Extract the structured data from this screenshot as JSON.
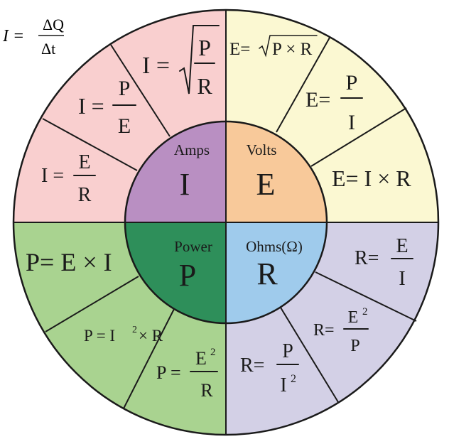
{
  "corner_formula": {
    "lhs": "I =",
    "num": "ΔQ",
    "den": "Δt"
  },
  "colors": {
    "amps_outer": "#f9cfcf",
    "volts_outer": "#fbf8d2",
    "power_outer": "#a9d390",
    "ohms_outer": "#d3d0e6",
    "amps_inner": "#b98fc2",
    "volts_inner": "#f8c99a",
    "power_inner": "#2e8f5a",
    "ohms_inner": "#9fcbec",
    "line": "#1a1a1a"
  },
  "quadrants": {
    "amps": {
      "label": "Amps",
      "symbol": "I"
    },
    "volts": {
      "label": "Volts",
      "symbol": "E"
    },
    "power": {
      "label": "Power",
      "symbol": "P"
    },
    "ohms": {
      "label": "Ohms(Ω)",
      "symbol": "R"
    }
  },
  "formulas": {
    "amps": [
      {
        "lhs": "I =",
        "num": "P",
        "den": "R",
        "sqrt": true
      },
      {
        "lhs": "I =",
        "num": "P",
        "den": "E"
      },
      {
        "lhs": "I =",
        "num": "E",
        "den": "R"
      }
    ],
    "volts": [
      {
        "lhs": "E=",
        "rad": "P × R"
      },
      {
        "lhs": "E=",
        "num": "P",
        "den": "I"
      },
      {
        "text": "E= I × R"
      }
    ],
    "ohms": [
      {
        "lhs": "R=",
        "num": "E",
        "den": "I"
      },
      {
        "lhs": "R=",
        "num": "E",
        "num_sup": "2",
        "den": "P"
      },
      {
        "lhs": "R=",
        "num": "P",
        "den": "I",
        "den_sup": "2"
      }
    ],
    "power": [
      {
        "text": "P= E × I"
      },
      {
        "base": "P = I",
        "sup": "2",
        "tail": "× R"
      },
      {
        "lhs": "P =",
        "num": "E",
        "num_sup": "2",
        "den": "R"
      }
    ]
  }
}
